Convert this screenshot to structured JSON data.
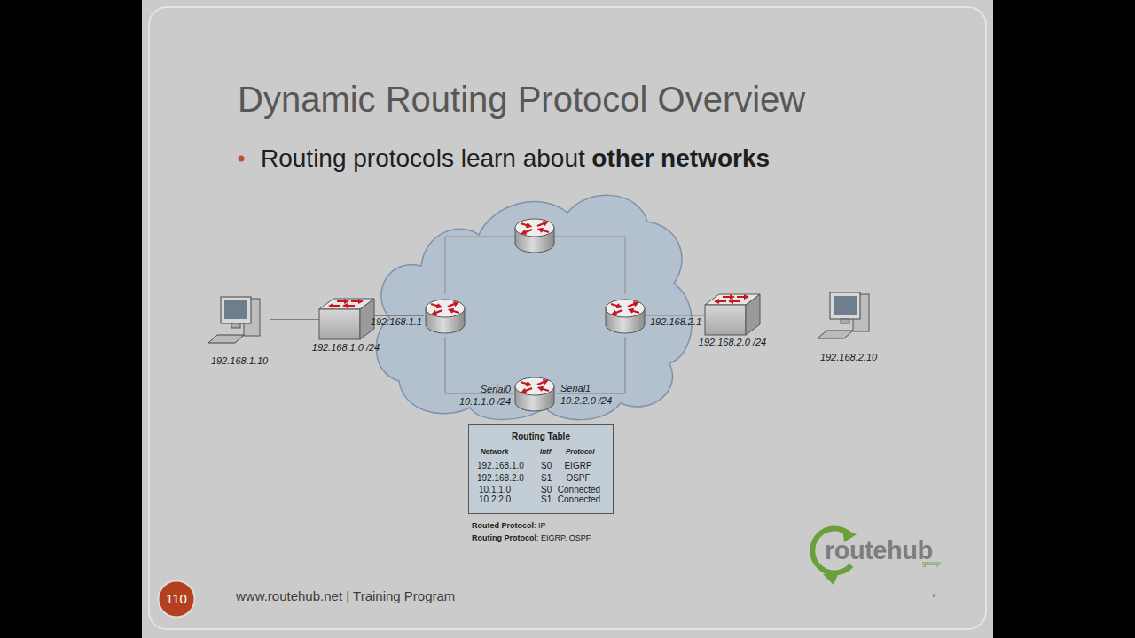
{
  "diagram": {
    "title": "Dynamic Routing Protocol Overview",
    "nodes": [
      {
        "text": [
          "192.168.1.10"
        ]
      },
      {
        "text": [
          "192.168.1.0 /24"
        ]
      },
      {
        "text": [
          "192.168.1.1"
        ]
      },
      {
        "text": [
          "Serial0 10.1.1.0 /24",
          "Serial1 10.2.2.0 /24"
        ]
      },
      {
        "text": [
          "192.168.2.1"
        ]
      },
      {
        "text": [
          "192.168.2.0 /24"
        ]
      },
      {
        "text": [
          "192.168.2.10"
        ]
      },
      {
        "text": [
          "Routing Table"
        ]
      },
      {
        "text": [
          "110"
        ]
      }
    ],
    "edges": [
      {
        "from": 0,
        "to": 1,
        "arrow": "none"
      },
      {
        "from": 1,
        "to": 2,
        "arrow": "none"
      },
      {
        "from": 4,
        "to": 5,
        "arrow": "none"
      },
      {
        "from": 5,
        "to": 6,
        "arrow": "none"
      },
      {
        "from": 2,
        "to": 3,
        "arrow": "none"
      },
      {
        "from": 3,
        "to": 4,
        "arrow": "none"
      }
    ],
    "labels": [
      "Routing protocols learn about",
      "other networks",
      "Network",
      "Intf",
      "Protocol",
      "192.168.1.0",
      "S0",
      "EIGRP",
      "192.168.2.0",
      "S1",
      "OSPF",
      "10.1.1.0",
      "S0",
      "Connected",
      "10.2.2.0",
      "S1",
      "Connected",
      "Routed Protocol",
      ": IP",
      "Routing Protocol",
      ": EIGRP, OSPF",
      "www.routehub.net | Training Program",
      "routehub",
      "group",
      "*"
    ]
  }
}
